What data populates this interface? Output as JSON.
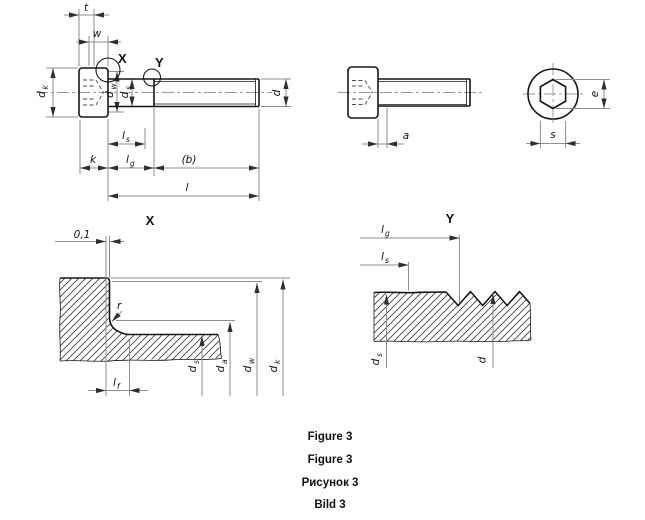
{
  "captions": [
    "Figure 3",
    "Figure 3",
    "Рисунок 3",
    "Bild 3"
  ],
  "colors": {
    "line": "#161616",
    "dimension": "#8e8e8e",
    "background": "#ffffff"
  },
  "symbols": {
    "t": "t",
    "w": "w",
    "k": "k",
    "l": "l",
    "b": "(b)",
    "a": "a",
    "s": "s",
    "e": "e",
    "d": "d",
    "r": "r",
    "tolerance": "0,1",
    "detail_x": "X",
    "detail_y": "Y",
    "sub_k": "k",
    "sub_w": "w",
    "sub_s": "s",
    "sub_a": "a",
    "sub_g": "g",
    "sub_f": "f"
  }
}
